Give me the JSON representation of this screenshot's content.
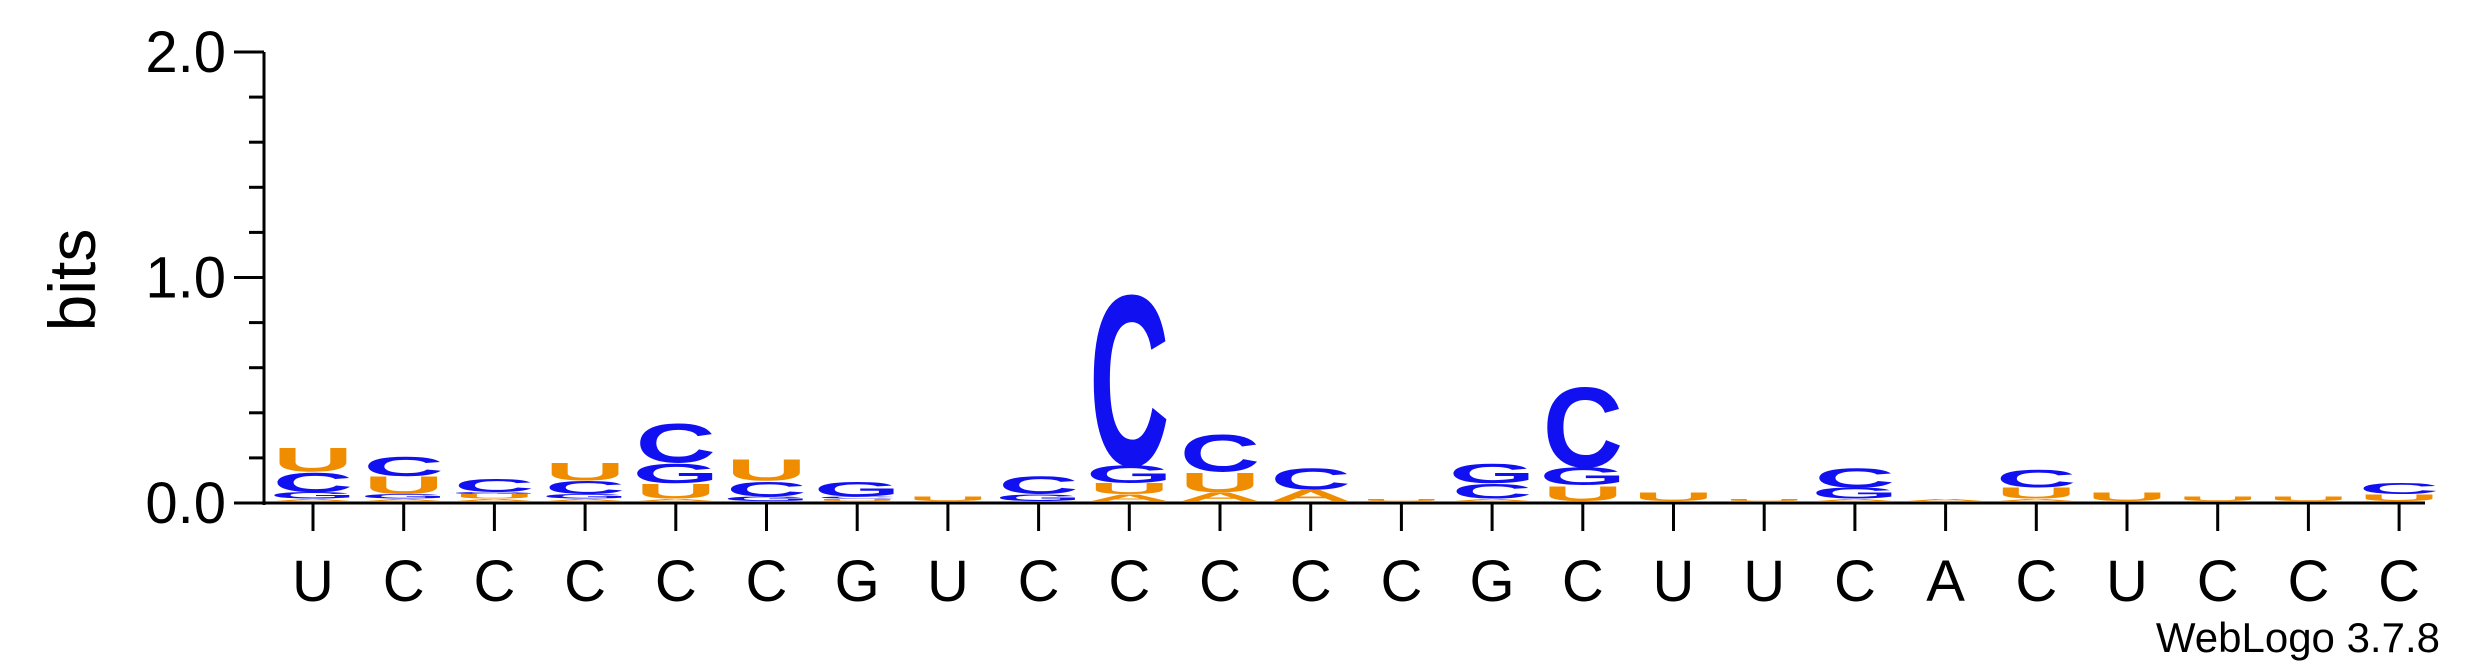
{
  "chart_data": {
    "type": "sequence-logo",
    "ylabel": "bits",
    "ylim": [
      0.0,
      2.0
    ],
    "yticks": [
      "0.0",
      "1.0",
      "2.0"
    ],
    "credit": "WebLogo 3.7.8",
    "consensus": [
      "U",
      "C",
      "C",
      "C",
      "C",
      "C",
      "G",
      "U",
      "C",
      "C",
      "C",
      "C",
      "C",
      "G",
      "C",
      "U",
      "U",
      "C",
      "A",
      "C",
      "U",
      "C",
      "C",
      "C"
    ],
    "colors": {
      "C": "#1010f0",
      "U": "#f08c00",
      "G": "#1010f0",
      "A": "#f08c00"
    },
    "positions": [
      {
        "position": 1,
        "stack": [
          {
            "letter": "A",
            "bits": 0.01
          },
          {
            "letter": "G",
            "bits": 0.03
          },
          {
            "letter": "C",
            "bits": 0.09
          },
          {
            "letter": "U",
            "bits": 0.11
          }
        ]
      },
      {
        "position": 2,
        "stack": [
          {
            "letter": "A",
            "bits": 0.01
          },
          {
            "letter": "G",
            "bits": 0.02
          },
          {
            "letter": "U",
            "bits": 0.08
          },
          {
            "letter": "C",
            "bits": 0.09
          }
        ]
      },
      {
        "position": 3,
        "stack": [
          {
            "letter": "A",
            "bits": 0.01
          },
          {
            "letter": "U",
            "bits": 0.02
          },
          {
            "letter": "G",
            "bits": 0.01
          },
          {
            "letter": "C",
            "bits": 0.06
          }
        ]
      },
      {
        "position": 4,
        "stack": [
          {
            "letter": "A",
            "bits": 0.01
          },
          {
            "letter": "G",
            "bits": 0.02
          },
          {
            "letter": "C",
            "bits": 0.06
          },
          {
            "letter": "U",
            "bits": 0.08
          }
        ]
      },
      {
        "position": 5,
        "stack": [
          {
            "letter": "A",
            "bits": 0.01
          },
          {
            "letter": "U",
            "bits": 0.07
          },
          {
            "letter": "G",
            "bits": 0.09
          },
          {
            "letter": "C",
            "bits": 0.18
          }
        ]
      },
      {
        "position": 6,
        "stack": [
          {
            "letter": "G",
            "bits": 0.02
          },
          {
            "letter": "C",
            "bits": 0.07
          },
          {
            "letter": "U",
            "bits": 0.1
          }
        ]
      },
      {
        "position": 7,
        "stack": [
          {
            "letter": "U",
            "bits": 0.01
          },
          {
            "letter": "C",
            "bits": 0.01
          },
          {
            "letter": "G",
            "bits": 0.07
          }
        ]
      },
      {
        "position": 8,
        "stack": [
          {
            "letter": "U",
            "bits": 0.02
          }
        ]
      },
      {
        "position": 9,
        "stack": [
          {
            "letter": "G",
            "bits": 0.03
          },
          {
            "letter": "C",
            "bits": 0.08
          }
        ]
      },
      {
        "position": 10,
        "stack": [
          {
            "letter": "A",
            "bits": 0.03
          },
          {
            "letter": "U",
            "bits": 0.05
          },
          {
            "letter": "G",
            "bits": 0.08
          },
          {
            "letter": "C",
            "bits": 0.79
          }
        ]
      },
      {
        "position": 11,
        "stack": [
          {
            "letter": "A",
            "bits": 0.04
          },
          {
            "letter": "U",
            "bits": 0.09
          },
          {
            "letter": "C",
            "bits": 0.17
          }
        ]
      },
      {
        "position": 12,
        "stack": [
          {
            "letter": "A",
            "bits": 0.05
          },
          {
            "letter": "C",
            "bits": 0.1
          }
        ]
      },
      {
        "position": 13,
        "stack": [
          {
            "letter": "U",
            "bits": 0.01
          }
        ]
      },
      {
        "position": 14,
        "stack": [
          {
            "letter": "A",
            "bits": 0.01
          },
          {
            "letter": "C",
            "bits": 0.07
          },
          {
            "letter": "G",
            "bits": 0.09
          }
        ]
      },
      {
        "position": 15,
        "stack": [
          {
            "letter": "U",
            "bits": 0.07
          },
          {
            "letter": "G",
            "bits": 0.08
          },
          {
            "letter": "C",
            "bits": 0.37
          }
        ]
      },
      {
        "position": 16,
        "stack": [
          {
            "letter": "U",
            "bits": 0.04
          }
        ]
      },
      {
        "position": 17,
        "stack": [
          {
            "letter": "U",
            "bits": 0.01
          }
        ]
      },
      {
        "position": 18,
        "stack": [
          {
            "letter": "A",
            "bits": 0.01
          },
          {
            "letter": "G",
            "bits": 0.05
          },
          {
            "letter": "C",
            "bits": 0.09
          }
        ]
      },
      {
        "position": 19,
        "stack": [
          {
            "letter": "A",
            "bits": 0.01
          }
        ]
      },
      {
        "position": 20,
        "stack": [
          {
            "letter": "A",
            "bits": 0.01
          },
          {
            "letter": "U",
            "bits": 0.05
          },
          {
            "letter": "C",
            "bits": 0.08
          }
        ]
      },
      {
        "position": 21,
        "stack": [
          {
            "letter": "U",
            "bits": 0.04
          }
        ]
      },
      {
        "position": 22,
        "stack": [
          {
            "letter": "U",
            "bits": 0.02
          }
        ]
      },
      {
        "position": 23,
        "stack": [
          {
            "letter": "U",
            "bits": 0.02
          }
        ]
      },
      {
        "position": 24,
        "stack": [
          {
            "letter": "U",
            "bits": 0.03
          },
          {
            "letter": "C",
            "bits": 0.05
          }
        ]
      }
    ]
  }
}
